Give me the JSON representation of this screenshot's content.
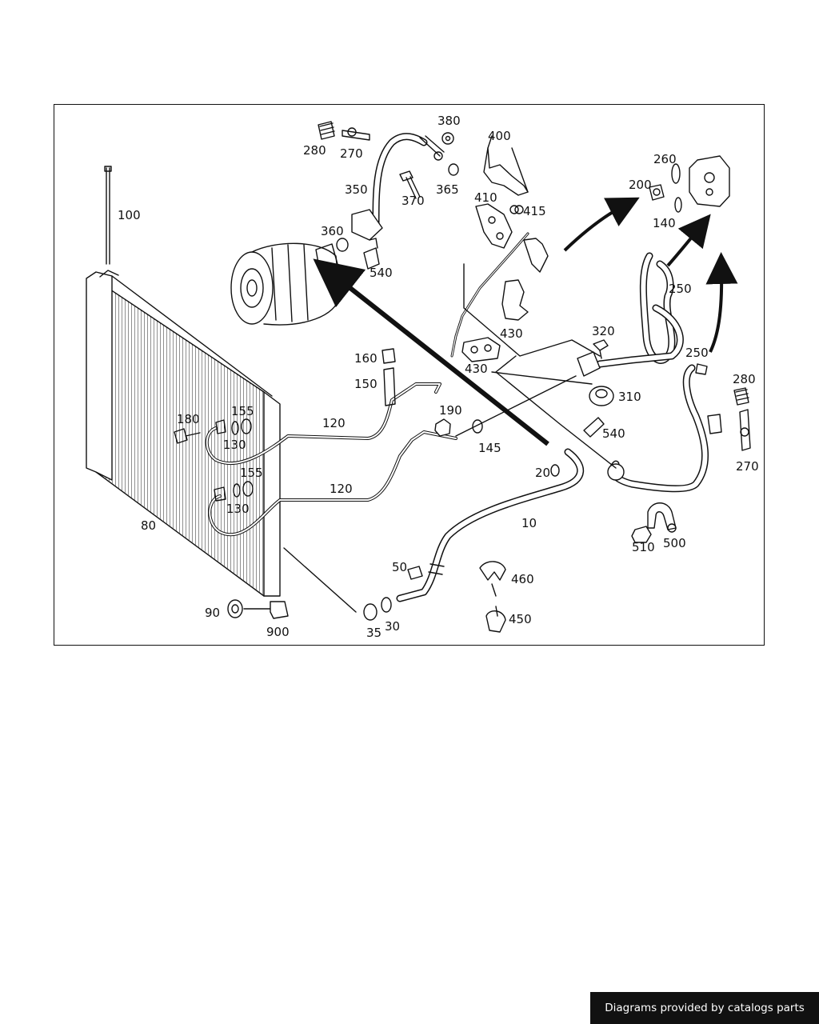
{
  "footer": {
    "text": "Diagrams provided by catalogs parts"
  },
  "colors": {
    "line": "#111111",
    "background": "#ffffff",
    "banner": "#111111"
  },
  "labels": [
    "10",
    "20",
    "30",
    "35",
    "50",
    "80",
    "90",
    "100",
    "120",
    "120",
    "130",
    "130",
    "140",
    "145",
    "150",
    "155",
    "155",
    "160",
    "180",
    "190",
    "200",
    "250",
    "250",
    "260",
    "270",
    "270",
    "280",
    "280",
    "310",
    "320",
    "350",
    "360",
    "365",
    "370",
    "380",
    "400",
    "410",
    "415",
    "430",
    "430",
    "450",
    "460",
    "500",
    "510",
    "540",
    "540",
    "900"
  ]
}
